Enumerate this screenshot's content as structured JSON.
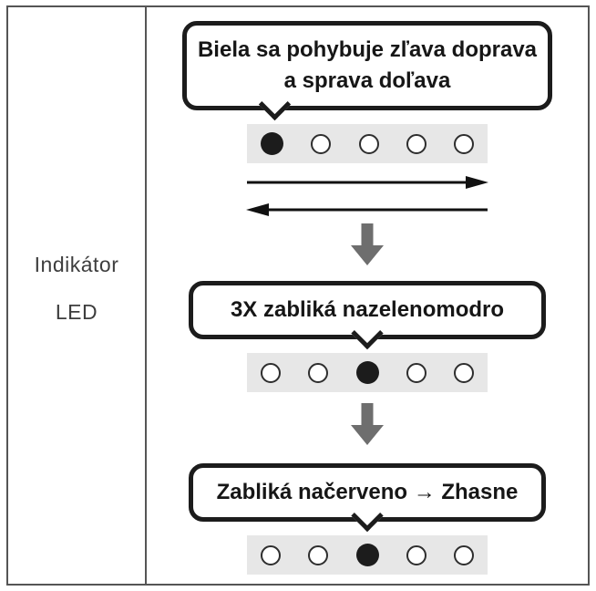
{
  "table": {
    "row_header": {
      "lines": [
        "Indikátor",
        "LED"
      ]
    }
  },
  "steps": [
    {
      "bubble_lines": [
        "Biela sa pohybuje zľava doprava",
        "a sprava doľava"
      ],
      "leds": [
        "on",
        "off",
        "off",
        "off",
        "off"
      ],
      "tail": "left"
    },
    {
      "bubble_lines": [
        "3X zabliká nazelenomodro"
      ],
      "leds": [
        "off",
        "off",
        "on",
        "off",
        "off"
      ],
      "tail": "center"
    },
    {
      "bubble_lines": [
        "Zabliká načerveno → Zhasne"
      ],
      "leds": [
        "off",
        "off",
        "on",
        "off",
        "off"
      ],
      "tail": "center"
    }
  ],
  "colors": {
    "table_border": "#555555",
    "label_text": "#3d3d3d",
    "bubble_border": "#1c1c1c",
    "led_strip_bg": "#e7e7e7",
    "led_on": "#1c1c1c",
    "motion_arrow": "#111111",
    "flow_arrow": "#6e6e6e"
  }
}
